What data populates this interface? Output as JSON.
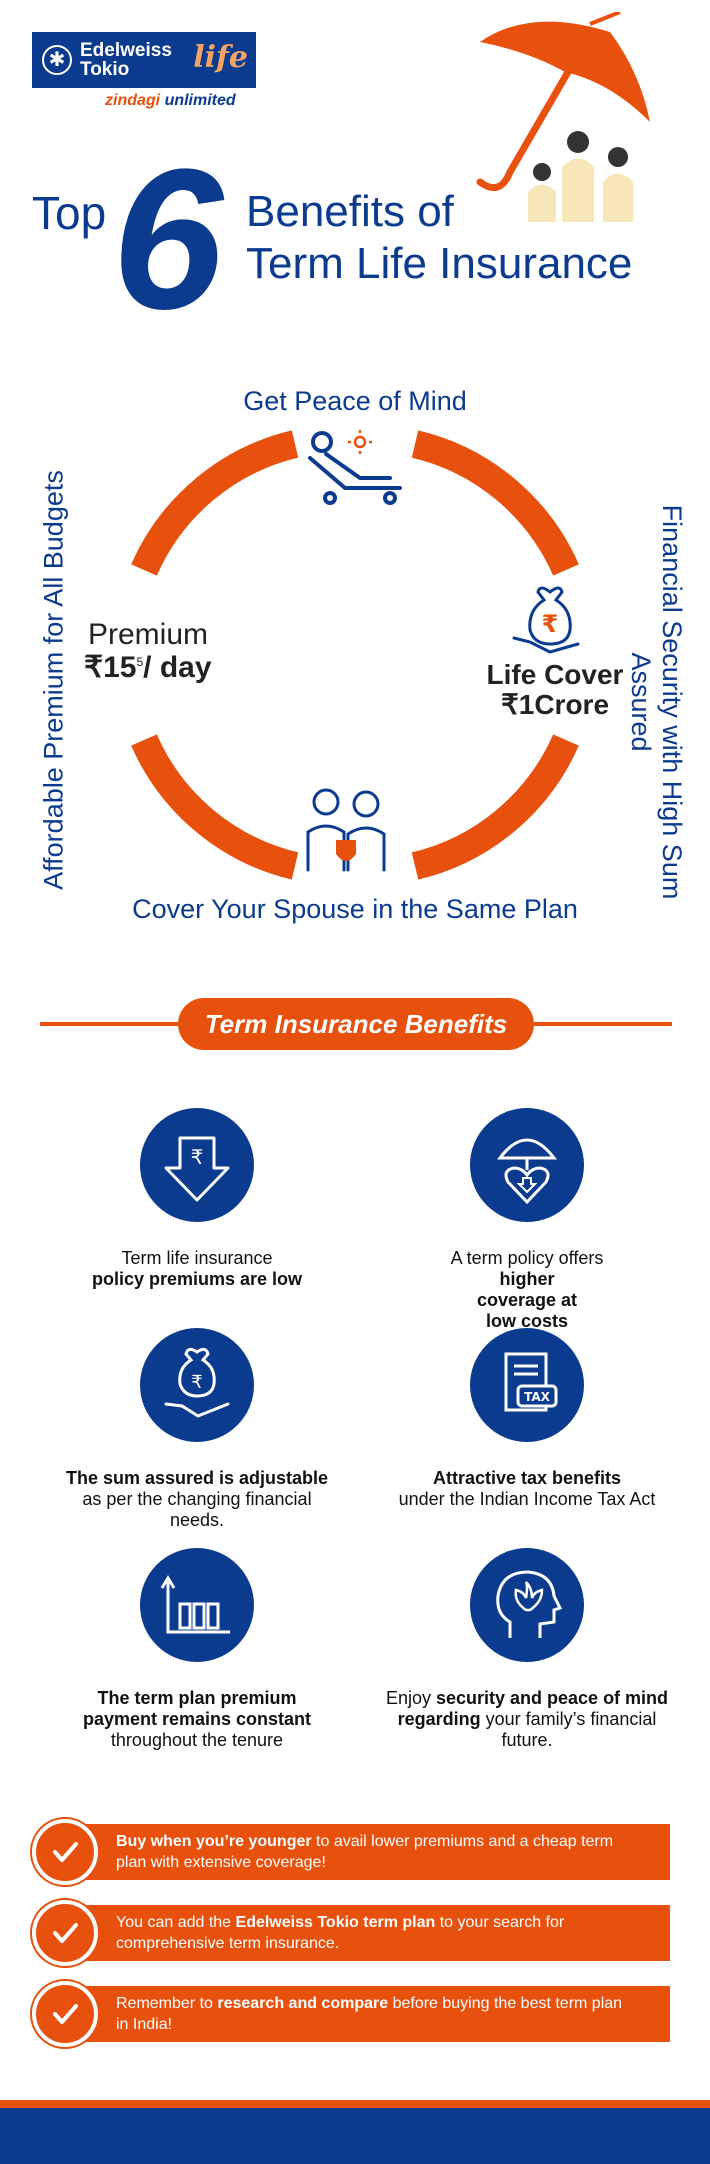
{
  "brand": {
    "name_line1": "Edelweiss",
    "name_line2": "Tokio",
    "script": "life",
    "tagline_part1": "zindagi",
    "tagline_part2": "unlimited"
  },
  "title": {
    "top": "Top",
    "number": "6",
    "line1": "Benefits of",
    "line2": "Term Life Insurance"
  },
  "circle": {
    "top_label": "Get Peace of Mind",
    "bottom_label": "Cover Your Spouse in the Same Plan",
    "left_label": "Affordable Premium for All Budgets",
    "right_label": "Financial Security with High Sum Assured",
    "premium_label": "Premium",
    "premium_value": "₹15",
    "premium_sup": "5",
    "premium_unit": "/ day",
    "cover_line1": "Life Cover",
    "cover_line2": "₹1Crore"
  },
  "benefits_header": "Term Insurance Benefits",
  "benefits": [
    {
      "icon": "rupee-down-arrow-icon",
      "line1": "Term life insurance",
      "bold": "policy premiums are low",
      "rest": ""
    },
    {
      "icon": "umbrella-heart-icon",
      "line1": "A term policy offers",
      "bold": "higher coverage at low costs",
      "rest": ""
    },
    {
      "icon": "money-bag-hand-icon",
      "line1": "",
      "bold": "The sum assured is adjustable",
      "rest": "as per the changing financial needs."
    },
    {
      "icon": "tax-document-icon",
      "line1": "",
      "bold": "Attractive tax benefits",
      "rest": "under the Indian Income Tax Act"
    },
    {
      "icon": "bar-chart-icon",
      "line1": "",
      "bold": "The term plan premium payment remains constant",
      "rest": "throughout the tenure"
    },
    {
      "icon": "lotus-head-icon",
      "line1": "Enjoy",
      "bold": "security and peace of mind regarding",
      "rest": "your family’s financial future."
    }
  ],
  "tips": [
    {
      "pre": "",
      "bold": "Buy when you’re younger",
      "post": " to avail lower premiums and a cheap term plan with extensive coverage!"
    },
    {
      "pre": "You can add the ",
      "bold": "Edelweiss Tokio term plan",
      "post": " to your search for comprehensive term insurance."
    },
    {
      "pre": "Remember to ",
      "bold": "research and compare",
      "post": " before buying the best term plan in India!"
    }
  ],
  "colors": {
    "blue": "#0b3b8f",
    "orange": "#e8500e",
    "cream": "#f7e6b8"
  }
}
